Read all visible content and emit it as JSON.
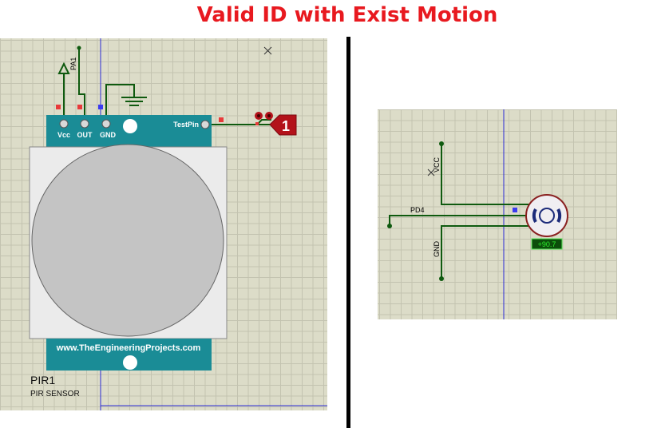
{
  "title": "Valid ID with Exist Motion",
  "pir": {
    "pins": {
      "vcc": "Vcc",
      "out": "OUT",
      "gnd": "GND",
      "test": "TestPin"
    },
    "website": "www.TheEngineeringProjects.com",
    "designator": "PIR1",
    "name": "PIR SENSOR",
    "net_label": "PA1",
    "terminal_number": "1"
  },
  "motor": {
    "vcc_label": "VCC",
    "pd4_label": "PD4",
    "gnd_label": "GND",
    "speed_readout": "+90.7"
  },
  "colors": {
    "title": "#e8191f",
    "wire": "#0f5a0f",
    "board": "#1a8c96",
    "terminal": "#b3121a",
    "probe_marker": "#e83a3a",
    "readout_text": "#2cf02c"
  }
}
